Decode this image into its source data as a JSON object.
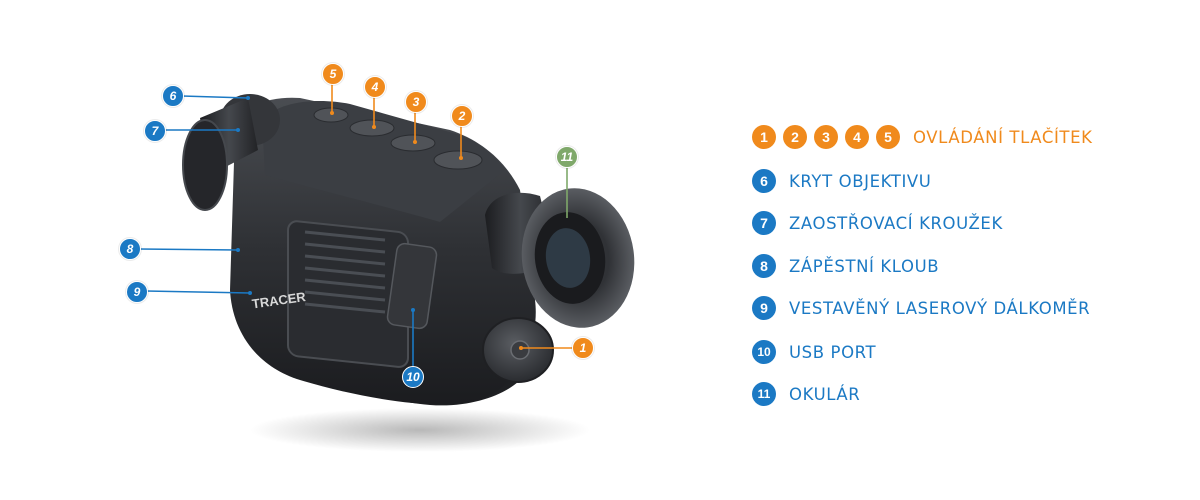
{
  "colors": {
    "orange": "#f08a1c",
    "blue": "#1b79c4",
    "green": "#7fa86a"
  },
  "device": {
    "brand": "TRACER"
  },
  "callouts": [
    {
      "num": "1",
      "color": "orange"
    },
    {
      "num": "2",
      "color": "orange"
    },
    {
      "num": "3",
      "color": "orange"
    },
    {
      "num": "4",
      "color": "orange"
    },
    {
      "num": "5",
      "color": "orange"
    },
    {
      "num": "6",
      "color": "blue"
    },
    {
      "num": "7",
      "color": "blue"
    },
    {
      "num": "8",
      "color": "blue"
    },
    {
      "num": "9",
      "color": "blue"
    },
    {
      "num": "10",
      "color": "blue"
    },
    {
      "num": "11",
      "color": "green"
    }
  ],
  "legend": {
    "buttons_nums": [
      "1",
      "2",
      "3",
      "4",
      "5"
    ],
    "buttons_label": "OVLÁDÁNÍ TLAČÍTEK",
    "items": [
      {
        "num": "6",
        "label": "KRYT OBJEKTIVU"
      },
      {
        "num": "7",
        "label": "ZAOSTŘOVACÍ KROUŽEK"
      },
      {
        "num": "8",
        "label": "ZÁPĚSTNÍ KLOUB"
      },
      {
        "num": "9",
        "label": "VESTAVĚNÝ LASEROVÝ DÁLKOMĚR"
      },
      {
        "num": "10",
        "label": "USB PORT"
      },
      {
        "num": "11",
        "label": "OKULÁR"
      }
    ]
  }
}
